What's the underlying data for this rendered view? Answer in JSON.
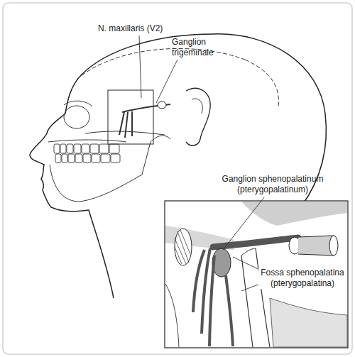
{
  "diagram": {
    "labels": [
      "N. maxillaris (V2)",
      "Ganglion trigeminale",
      "Ganglion sphenopalatinum (pterygopalatinum)",
      "Fossa sphenopalatina (pterygopalatina)"
    ]
  }
}
